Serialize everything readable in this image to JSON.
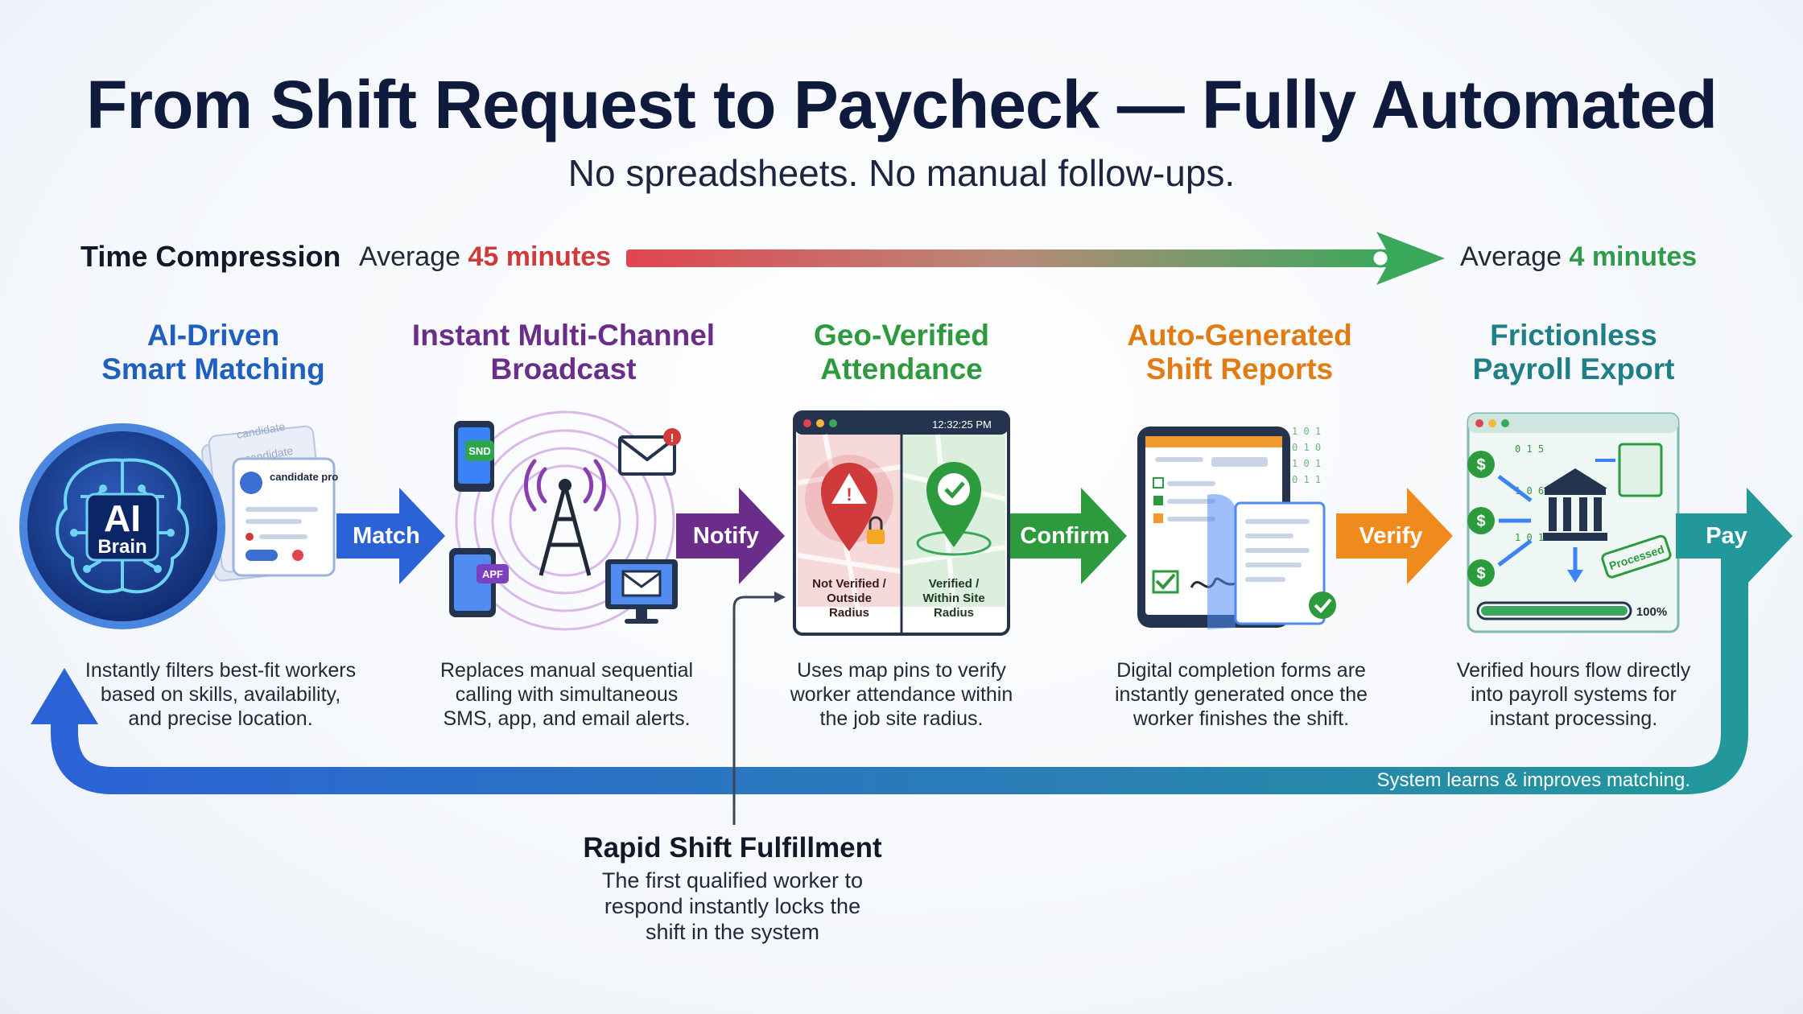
{
  "header": {
    "title": "From Shift Request to Paycheck — Fully Automated",
    "subtitle": "No spreadsheets. No manual follow-ups."
  },
  "time_compression": {
    "label": "Time Compression",
    "start_prefix": "Average ",
    "start_value": "45 minutes",
    "end_prefix": "Average ",
    "end_value": "4 minutes"
  },
  "steps": [
    {
      "title_line1": "AI-Driven",
      "title_line2": "Smart Matching",
      "color": "#1f5fbf",
      "description": [
        "Instantly filters best-fit workers",
        "based on skills, availability,",
        "and precise location."
      ],
      "brain_line1": "AI",
      "brain_line2": "Brain",
      "card_label": "candidate profile",
      "card_back": "candidate"
    },
    {
      "title_line1": "Instant Multi-Channel",
      "title_line2": "Broadcast",
      "color": "#6a2d8a",
      "description": [
        "Replaces manual sequential",
        "calling with simultaneous",
        "SMS, app, and email alerts."
      ],
      "sms_badge": "SND",
      "app_badge": "APF"
    },
    {
      "title_line1": "Geo-Verified",
      "title_line2": "Attendance",
      "color": "#2e9a3e",
      "description": [
        "Uses map pins to verify",
        "worker attendance within",
        "the job site radius."
      ],
      "clock": "12:32:25 PM",
      "not_verified": [
        "Not Verified /",
        "Outside",
        "Radius"
      ],
      "verified": [
        "Verified /",
        "Within Site",
        "Radius"
      ]
    },
    {
      "title_line1": "Auto-Generated",
      "title_line2": "Shift Reports",
      "color": "#e27b12",
      "description": [
        "Digital completion forms are",
        "instantly generated once the",
        "worker finishes the shift."
      ]
    },
    {
      "title_line1": "Frictionless",
      "title_line2": "Payroll Export",
      "color": "#1f7f86",
      "description": [
        "Verified hours flow directly",
        "into payroll systems for",
        "instant processing."
      ],
      "stamp": "Processed",
      "progress_text": "100%",
      "progress_value": 1.0
    }
  ],
  "arrows": {
    "match": "Match",
    "notify": "Notify",
    "confirm": "Confirm",
    "verify": "Verify",
    "pay": "Pay"
  },
  "loop": {
    "text": "System learns & improves matching."
  },
  "callout": {
    "title": "Rapid Shift Fulfillment",
    "description": [
      "The first qualified worker to",
      "respond instantly locks the",
      "shift in the system"
    ]
  },
  "colors": {
    "blue": "#1f5fbf",
    "purple": "#6a2d8a",
    "green": "#2e9a3e",
    "orange": "#e27b12",
    "teal": "#1f8a8a",
    "red": "#d13a3a"
  }
}
